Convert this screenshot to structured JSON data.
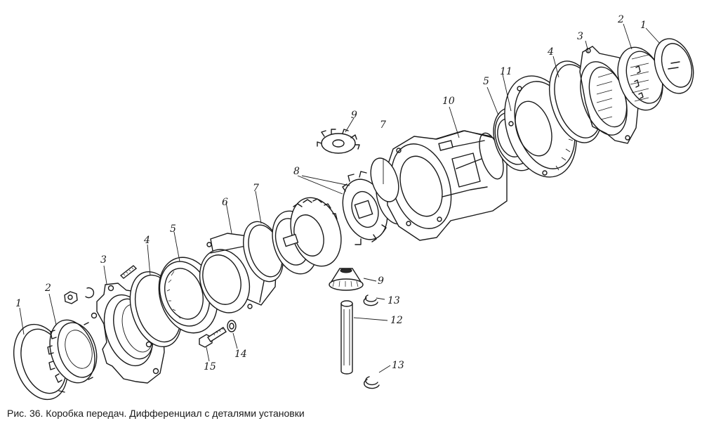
{
  "caption": "Рис. 36. Коробка передач. Дифференциал с деталями установки",
  "callouts": [
    {
      "id": "left-1",
      "label": "1"
    },
    {
      "id": "left-2",
      "label": "2"
    },
    {
      "id": "left-3",
      "label": "3"
    },
    {
      "id": "left-4",
      "label": "4"
    },
    {
      "id": "left-5",
      "label": "5"
    },
    {
      "id": "left-6",
      "label": "6"
    },
    {
      "id": "left-7",
      "label": "7"
    },
    {
      "id": "gear-8",
      "label": "8"
    },
    {
      "id": "top-9",
      "label": "9"
    },
    {
      "id": "bot-9",
      "label": "9"
    },
    {
      "id": "housing-10",
      "label": "10"
    },
    {
      "id": "ring-11",
      "label": "11"
    },
    {
      "id": "shaft-12",
      "label": "12"
    },
    {
      "id": "clip-13a",
      "label": "13"
    },
    {
      "id": "clip-13b",
      "label": "13"
    },
    {
      "id": "washer-14",
      "label": "14"
    },
    {
      "id": "bolt-15",
      "label": "15"
    },
    {
      "id": "right-7",
      "label": "7"
    },
    {
      "id": "right-5",
      "label": "5"
    },
    {
      "id": "right-4",
      "label": "4"
    },
    {
      "id": "right-3",
      "label": "3"
    },
    {
      "id": "right-2",
      "label": "2"
    },
    {
      "id": "right-1",
      "label": "1"
    }
  ]
}
